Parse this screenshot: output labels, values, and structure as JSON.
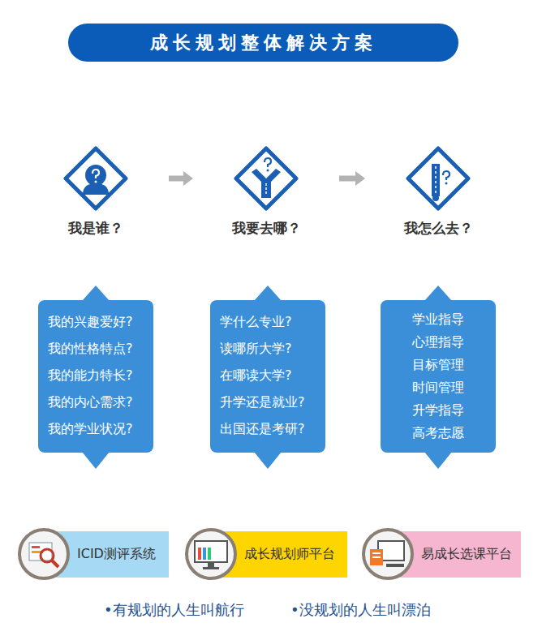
{
  "diagram": {
    "title": "成长规划整体解决方案",
    "nodes": [
      {
        "text": [
          "我是谁？"
        ]
      },
      {
        "text": [
          "我要去哪？"
        ]
      },
      {
        "text": [
          "我怎么去？"
        ]
      },
      {
        "text": [
          "我的兴趣爱好?",
          "我的性格特点?",
          "我的能力特长?",
          "我的内心需求?",
          "我的学业状况?"
        ]
      },
      {
        "text": [
          "学什么专业?",
          "读哪所大学?",
          "在哪读大学?",
          "升学还是就业?",
          "出国还是考研?"
        ]
      },
      {
        "text": [
          "学业指导",
          "心理指导",
          "目标管理",
          "时间管理",
          "升学指导",
          "高考志愿"
        ]
      },
      {
        "text": [
          "ICID测评系统"
        ]
      },
      {
        "text": [
          "成长规划师平台"
        ]
      },
      {
        "text": [
          "易成长选课平台"
        ]
      }
    ],
    "edges": [
      {
        "from": 0,
        "to": 1,
        "arrow": "to"
      },
      {
        "from": 1,
        "to": 2,
        "arrow": "to"
      }
    ],
    "labels": [
      "•有规划的人生叫航行",
      "•没规划的人生叫漂泊"
    ]
  }
}
